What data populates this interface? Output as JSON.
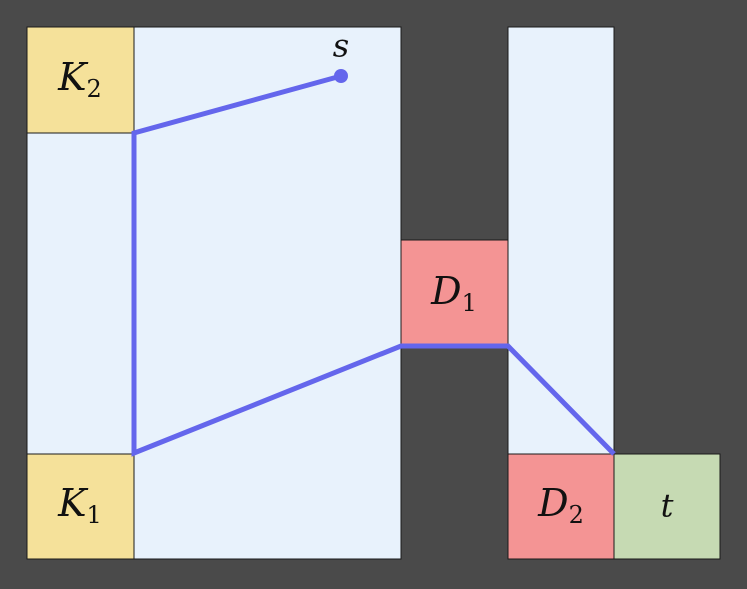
{
  "colors": {
    "background": "#4a4a4a",
    "free_space": "#e8f2fc",
    "obstacle_k": "#f5e19a",
    "obstacle_d": "#f49494",
    "target": "#c6dab3",
    "path": "#6466ec",
    "border": "#1a1a1a"
  },
  "labels": {
    "k2_letter": "K",
    "k2_sub": "2",
    "k1_letter": "K",
    "k1_sub": "1",
    "d1_letter": "D",
    "d1_sub": "1",
    "d2_letter": "D",
    "d2_sub": "2",
    "t": "t",
    "s": "s"
  }
}
